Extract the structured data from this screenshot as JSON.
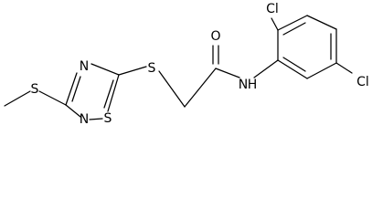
{
  "molecule": {
    "atoms": {
      "s_methyl": "S",
      "n_ring_top": "N",
      "n_ring_bottom": "N",
      "s_ring": "S",
      "s_thioether": "S",
      "o_carbonyl": "O",
      "n_amide": "N",
      "h_amide": "H",
      "cl_top": "Cl",
      "cl_right": "Cl"
    }
  }
}
